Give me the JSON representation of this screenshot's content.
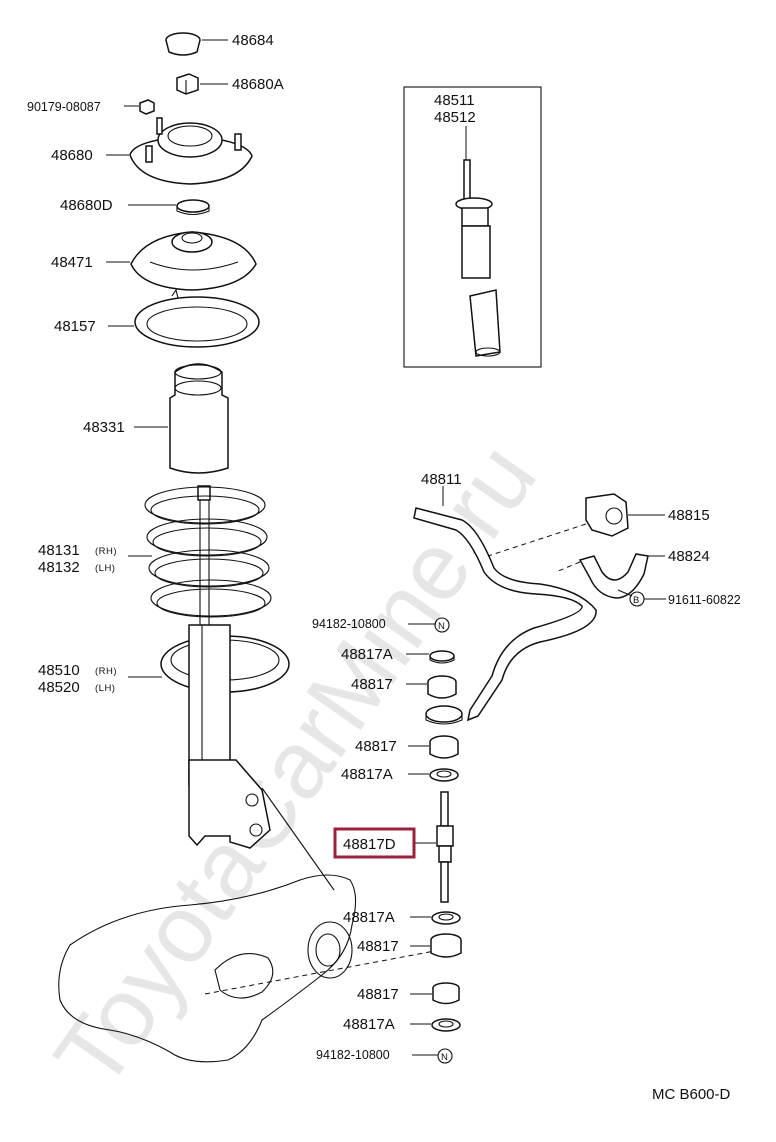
{
  "watermark": "ToyotaCarMine.ru",
  "footer_code": "MC  B600-D",
  "highlight_color": "#9c1f3c",
  "labels": {
    "p48684": "48684",
    "p48680A": "48680A",
    "p90179": "90179-08087",
    "p48680": "48680",
    "p48680D": "48680D",
    "p48471": "48471",
    "p48157": "48157",
    "p48331": "48331",
    "p48131": "48131",
    "p48132": "48132",
    "rh": "(RH)",
    "lh": "(LH)",
    "p48510": "48510",
    "p48520": "48520",
    "p48511": "48511",
    "p48512": "48512",
    "p48811": "48811",
    "p48815": "48815",
    "p48824": "48824",
    "b_circle": "B",
    "p91611": "91611-60822",
    "p94182_top": "94182-10800",
    "n_circle": "N",
    "p48817A_1": "48817A",
    "p48817_1": "48817",
    "p48817_2": "48817",
    "p48817A_2": "48817A",
    "p48817D": "48817D",
    "p48817A_3": "48817A",
    "p48817_3": "48817",
    "p48817_4": "48817",
    "p48817A_4": "48817A",
    "p94182_bottom": "94182-10800"
  }
}
